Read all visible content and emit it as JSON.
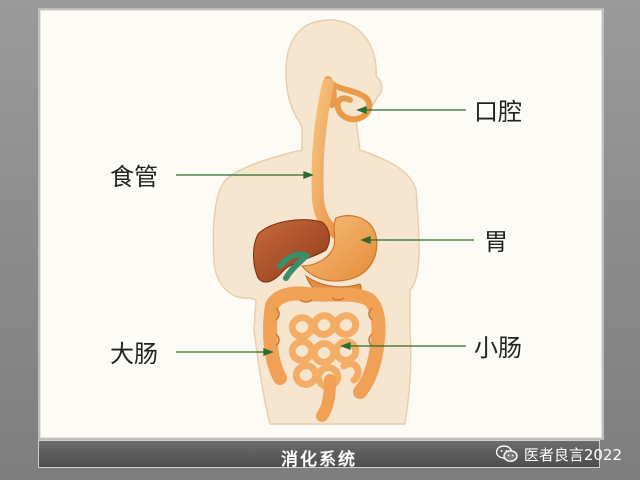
{
  "caption": "消化系统",
  "labels": {
    "mouth": "口腔",
    "esophagus": "食管",
    "stomach": "胃",
    "large_intestine": "大肠",
    "small_intestine": "小肠"
  },
  "watermark": {
    "text": "医者良言2022",
    "icon": "wechat-icon"
  },
  "colors": {
    "body": "#f6e5cf",
    "organ": "#f0a657",
    "liver": "#b5542b",
    "gallbladder": "#3a8f6a",
    "leader_line": "#2e6b2e"
  }
}
